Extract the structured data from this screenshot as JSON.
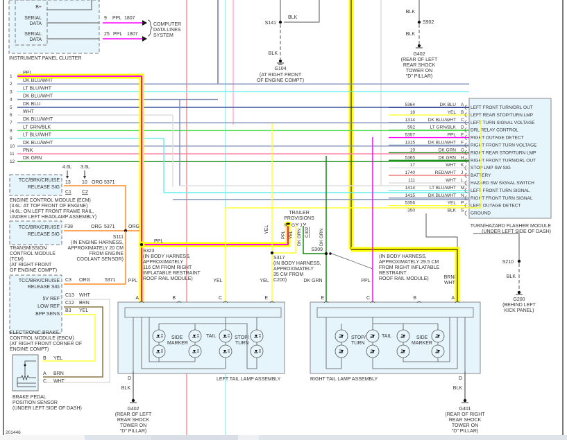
{
  "colors": {
    "PPL": "#ff00ff",
    "YEL": "#ffff33",
    "DK BLU": "#1a2f8a",
    "DK BLU/WHT": "#7f8fb8",
    "LT BLU/WHT": "#66eeee",
    "WHT": "#dddddd",
    "LT GRN/BLK": "#55dd55",
    "PNK": "#ff88aa",
    "DK GRN": "#118811",
    "ORG": "#ff8822",
    "BRN": "#8b7340",
    "BLK": "#555555",
    "RED/WHT": "#ee7777",
    "highlight": "#ffff00",
    "module_fill": "#e6f4fc"
  },
  "instrument_panel_cluster": {
    "name": "INSTRUMENT PANEL CLUSTER",
    "pins": [
      "B+",
      "SERIAL DATA",
      "SERIAL DATA"
    ],
    "circuits": [
      {
        "pin": "9",
        "color": "PPL",
        "circuit": "1807"
      },
      {
        "pin": "25",
        "color": "PPL",
        "circuit": "1807"
      }
    ],
    "destination": [
      "COMPUTER",
      "DATA LINES",
      "SYSTEM"
    ]
  },
  "grounds": {
    "s141": {
      "splice": "S141",
      "wire": "BLK",
      "wire2": "BLK",
      "ground": "G104",
      "location": [
        "(AT RIGHT FRONT",
        "OF ENGINE COMPT)"
      ]
    },
    "s902": {
      "splice": "S902",
      "wire": "BLK",
      "wire2": "BLK",
      "ground": "G402",
      "location": [
        "(REAR OF LEFT",
        "REAR SHOCK",
        "TOWER ON",
        "\"D\" PILLAR)"
      ]
    },
    "s210": {
      "splice": "S210",
      "wire": "BLK",
      "ground": "G200",
      "location": [
        "(BEHIND LEFT",
        "KICK PANEL)"
      ]
    },
    "g402_left": {
      "wire": "BLK",
      "pin": "D",
      "ground": "G402",
      "location": [
        "(REAR OF LEFT",
        "REAR SHOCK",
        "TOWER ON",
        "\"D\" PILLAR)"
      ]
    },
    "g401_right": {
      "wire": "BLK",
      "pin": "D",
      "ground": "G401",
      "location": [
        "(REAR OF RIGHT",
        "REAR SHOCK",
        "TOWER ON",
        "\"D\" PILLAR)"
      ]
    }
  },
  "harness_rows": [
    {
      "num": "1",
      "color": "PPL"
    },
    {
      "num": "2",
      "color": "DK BLU/WHT"
    },
    {
      "num": "3",
      "color": "LT BLU/WHT"
    },
    {
      "num": "4",
      "color": "DK BLU/WHT"
    },
    {
      "num": "5",
      "color": "DK BLU"
    },
    {
      "num": "6",
      "color": "WHT"
    },
    {
      "num": "7",
      "color": "DK BLU/WHT"
    },
    {
      "num": "8",
      "color": "LT GRN/BLK"
    },
    {
      "num": "9",
      "color": "LT BLU/WHT"
    },
    {
      "num": "10",
      "color": "DK BLU/WHT"
    },
    {
      "num": "11",
      "color": "PNK"
    },
    {
      "num": "12",
      "color": "DK GRN"
    }
  ],
  "flasher_module": {
    "name": "TURN/HAZARD FLASHER MODULE",
    "location": "(UNDER LEFT SIDE OF DASH)",
    "pins": [
      {
        "circuit": "5364",
        "color": "DK BLU",
        "pin": "A",
        "label": "LEFT FRONT TURN/DRL OUT"
      },
      {
        "circuit": "18",
        "color": "YEL",
        "pin": "B",
        "label": "LEFT REAR STOP/TURN LMP"
      },
      {
        "circuit": "1314",
        "color": "DK BLU/WHT",
        "pin": "C",
        "label": "LEFT TURN SIGNAL VOLTAGE"
      },
      {
        "circuit": "592",
        "color": "LT GRN/BLK",
        "pin": "D",
        "label": "DRL RELAY CONTROL"
      },
      {
        "circuit": "5357",
        "color": "PPL",
        "pin": "E",
        "label": "RIGHT OUTAGE DETECT"
      },
      {
        "circuit": "1315",
        "color": "DK BLU/WHT",
        "pin": "F",
        "label": "RIGHT FRONT TURN VOLTAGE"
      },
      {
        "circuit": "19",
        "color": "DK GRN",
        "pin": "G",
        "label": "RIGHT REAR STOP/TURN LMP"
      },
      {
        "circuit": "5365",
        "color": "DK GRN",
        "pin": "H",
        "label": "RIGHT FRONT TURN/DRL OUT"
      },
      {
        "circuit": "17",
        "color": "WHT",
        "pin": "K",
        "label": "STOP LMP SW SIG"
      },
      {
        "circuit": "1740",
        "color": "RED/WHT",
        "pin": "J",
        "label": "BATTERY"
      },
      {
        "circuit": "111",
        "color": "WHT",
        "pin": "L",
        "label": "HAZARD SW SIGNAL SWITCH"
      },
      {
        "circuit": "1414",
        "color": "LT BLU/WHT",
        "pin": "M",
        "label": "LEFT FRONT TURN SIGNAL"
      },
      {
        "circuit": "1415",
        "color": "DK BLU/WHT",
        "pin": "N",
        "label": "RIGHT FRONT TURN SIGNAL"
      },
      {
        "circuit": "5356",
        "color": "YEL",
        "pin": "P",
        "label": "LEFT OUTAGE DETECT"
      },
      {
        "circuit": "350",
        "color": "BLK",
        "pin": "S",
        "label": "GROUND"
      }
    ]
  },
  "ecm": {
    "engine_tags": [
      "4.6L",
      "3.6L"
    ],
    "pins": [
      "13",
      "10"
    ],
    "wire": "ORG",
    "circuit": "5371",
    "signal": [
      "TCC/BRK/CRUISE",
      "RELEASE SIG"
    ],
    "connectors": [
      "C1",
      "C2"
    ],
    "description": [
      "ENGINE CONTROL MODULE (ECM)",
      "(3.6L: AT TOP FRONT OF ENGINE)",
      "(4.6L: ON LEFT FRONT FRAME RAIL,",
      "UNDER LEFT HEADLAMP ASSEMBLY)"
    ]
  },
  "tcm": {
    "pin": "F38",
    "wire": "ORG",
    "circuit": "5371",
    "out_wire": "ORG",
    "signal": [
      "TCC/BRK/CRUISE",
      "RELEASE SIG"
    ],
    "description": [
      "TRANSMISSION",
      "CONTROL MODULE",
      "(TCM)",
      "(AT RIGHT FRONT",
      "OF ENGINE COMPT)"
    ]
  },
  "s111": {
    "name": "S111",
    "desc": [
      "(IN ENGINE HARNESS,",
      "APPROXIMATELY 20 CM",
      "FROM ENGINE",
      "COOLANT SENSOR)"
    ]
  },
  "s323": {
    "name": "S323",
    "wire": "PPL",
    "desc": [
      "(IN BODY HARNESS,",
      "APPROXIMATELY",
      "116 CM FROM RIGHT",
      "INFLATABLE RESTRAINT",
      "ROOF RAIL MODULE)"
    ]
  },
  "s317": {
    "name": "S317",
    "desc": [
      "(IN BODY HARNESS,",
      "APPROXIMATELY",
      "35 CM FROM",
      "C200)"
    ]
  },
  "s309": {
    "name": "S309",
    "desc": [
      "(IN BODY HARNESS,",
      "APPROXIMATELY 29.5 CM",
      "FROM RIGHT INFLATABLE",
      "RESTRAINT",
      "ROOF RAIL MODULE)"
    ]
  },
  "trailer": {
    "title": [
      "TRAILER",
      "PROVISIONS"
    ],
    "pins": [
      "K",
      "G",
      "J"
    ],
    "connector": "C402",
    "wires": [
      "PPL",
      "YEL",
      "DK GRN",
      "DK GRN"
    ]
  },
  "ebcm": {
    "signal": [
      "TCC/BRK/CRUISE",
      "RELEASE SIG"
    ],
    "pins": [
      {
        "pin": "C3",
        "color": "ORG",
        "circuit": "5371",
        "label": ""
      },
      {
        "pin": "C13",
        "color": "WHT",
        "label": "5V REF"
      },
      {
        "pin": "C12",
        "color": "BRN",
        "label": "LOW REF"
      },
      {
        "pin": "B3",
        "color": "YEL",
        "label": "BPP SENS"
      }
    ],
    "out_wire": "PPL",
    "description": [
      "ELECTRONIC BRAKE",
      "CONTROL MODULE (EBCM)",
      "(AT RIGHT FRONT CORNER OF",
      "ENGINE COMPT)"
    ]
  },
  "bpp_sensor": {
    "pins": [
      {
        "pin": "B",
        "color": "YEL"
      },
      {
        "pin": "A",
        "color": "BRN"
      },
      {
        "pin": "C",
        "color": "WHT"
      }
    ],
    "description": [
      "BRAKE PEDAL",
      "POSITION SENSOR",
      "(UNDER LEFT SIDE OF DASH)"
    ]
  },
  "left_lamp": {
    "name": "LEFT TAIL LAMP ASSEMBLY",
    "pins": [
      "A",
      "B",
      "C",
      "E"
    ],
    "wires": [
      "PPL",
      "YEL",
      "YEL"
    ],
    "labels": [
      "SIDE",
      "MARKER",
      "TAIL",
      "STOP/",
      "TURN"
    ]
  },
  "right_lamp": {
    "name": "RIGHT TAIL LAMP ASSEMBLY",
    "pins": [
      "E",
      "C",
      "B",
      "A"
    ],
    "wires": [
      "DK GRN",
      "PPL",
      "BRN/",
      "WHT"
    ],
    "labels": [
      "STOP/",
      "TURN",
      "TAIL",
      "SIDE",
      "MARKER"
    ]
  },
  "figure_id": "201446"
}
